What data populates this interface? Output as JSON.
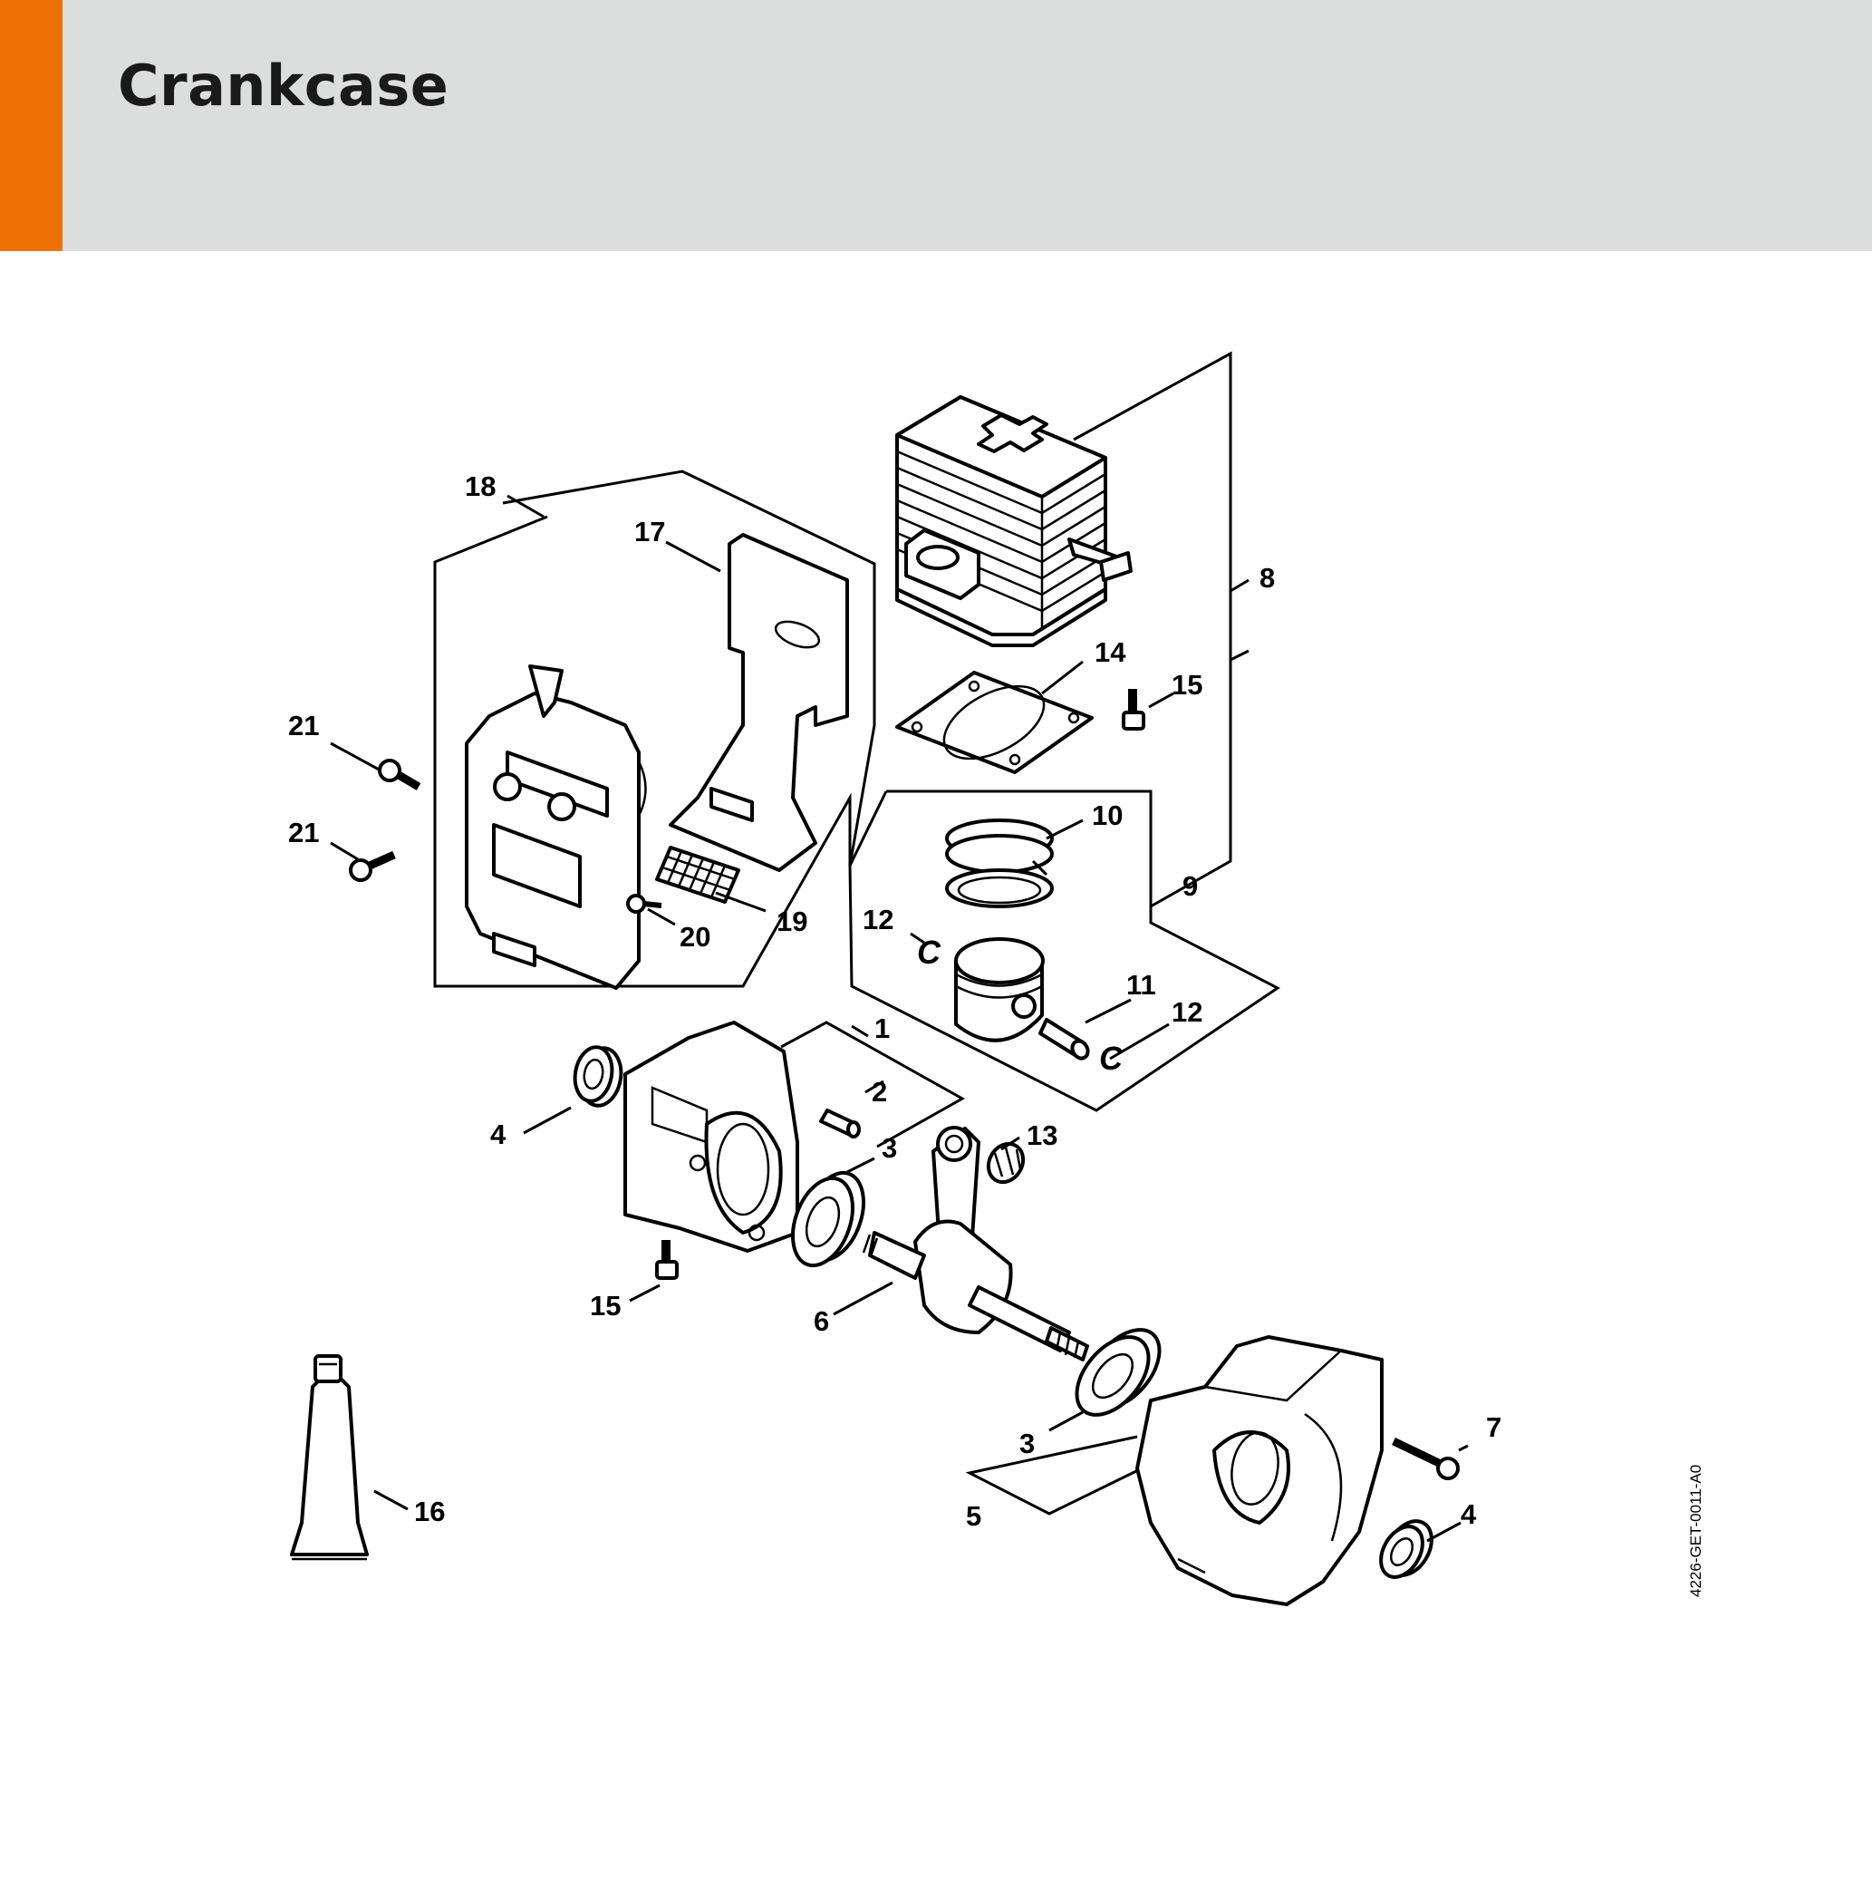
{
  "header": {
    "title": "Crankcase",
    "accent_color": "#ee7203",
    "band_color": "#dcdddd"
  },
  "diagram": {
    "callouts": {
      "n1": "1",
      "n2": "2",
      "n3a": "3",
      "n3b": "3",
      "n4a": "4",
      "n4b": "4",
      "n5": "5",
      "n6": "6",
      "n7": "7",
      "n8": "8",
      "n9": "9",
      "n10": "10",
      "n11": "11",
      "n12a": "12",
      "n12b": "12",
      "n13": "13",
      "n14": "14",
      "n15a": "15",
      "n15b": "15",
      "n16": "16",
      "n17": "17",
      "n18": "18",
      "n19": "19",
      "n20": "20",
      "n21a": "21",
      "n21b": "21"
    },
    "clip_glyph": "C",
    "document_code": "4226-GET-0011-A0"
  }
}
